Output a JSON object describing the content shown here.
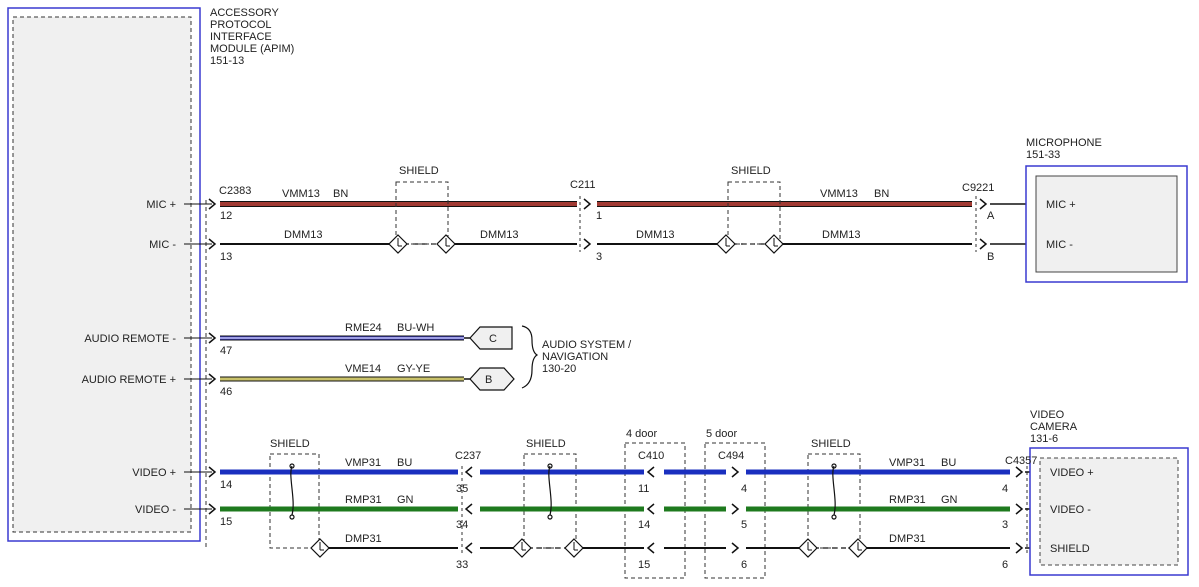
{
  "modules": {
    "apim": {
      "title_lines": [
        "ACCESSORY",
        "PROTOCOL",
        "INTERFACE",
        "MODULE (APIM)"
      ],
      "ref": "151-13",
      "pins": {
        "mic_plus": "MIC +",
        "mic_minus": "MIC -",
        "audio_remote_minus": "AUDIO REMOTE -",
        "audio_remote_plus": "AUDIO REMOTE +",
        "video_plus": "VIDEO +",
        "video_minus": "VIDEO -"
      }
    },
    "microphone": {
      "title": "MICROPHONE",
      "ref": "151-33",
      "pins": {
        "mic_plus": "MIC +",
        "mic_minus": "MIC -"
      }
    },
    "audio_system": {
      "title_lines": [
        "AUDIO SYSTEM /",
        "NAVIGATION"
      ],
      "ref": "130-20",
      "ref_c": "C",
      "ref_b": "B"
    },
    "video_camera": {
      "title_lines": [
        "VIDEO",
        "CAMERA"
      ],
      "ref": "131-6",
      "pins": {
        "video_plus": "VIDEO +",
        "video_minus": "VIDEO -",
        "shield": "SHIELD"
      }
    }
  },
  "connectors": {
    "c2383": "C2383",
    "c211": "C211",
    "c9221": "C9221",
    "c237": "C237",
    "c410": "C410",
    "c494": "C494",
    "c4357": "C4357"
  },
  "pin_numbers": {
    "c2383_12": "12",
    "c2383_13": "13",
    "c2383_47": "47",
    "c2383_46": "46",
    "c2383_14": "14",
    "c2383_15": "15",
    "c211_1": "1",
    "c211_3": "3",
    "c9221_a": "A",
    "c9221_b": "B",
    "c237_35": "35",
    "c237_34": "34",
    "c237_33": "33",
    "c410_11": "11",
    "c410_14": "14",
    "c410_15": "15",
    "c494_4": "4",
    "c494_5": "5",
    "c494_6": "6",
    "c4357_4": "4",
    "c4357_3": "3",
    "c4357_6": "6"
  },
  "labels": {
    "shield": "SHIELD",
    "four_door": "4 door",
    "five_door": "5 door"
  },
  "circuits": {
    "vmm13": {
      "name": "VMM13",
      "color_code": "BN",
      "color": "#a13a33"
    },
    "dmm13": {
      "name": "DMM13"
    },
    "rme24": {
      "name": "RME24",
      "color_code": "BU-WH",
      "color": "#3d3dcc"
    },
    "vme14": {
      "name": "VME14",
      "color_code": "GY-YE",
      "color": "#c9c26a"
    },
    "vmp31": {
      "name": "VMP31",
      "color_code": "BU",
      "color": "#1a2fbf"
    },
    "rmp31": {
      "name": "RMP31",
      "color_code": "GN",
      "color": "#1e7a1e"
    },
    "dmp31": {
      "name": "DMP31"
    }
  },
  "colors": {
    "module_border": "#3a3ad0",
    "module_fill": "#f0f0f0",
    "wire_black": "#111111"
  }
}
